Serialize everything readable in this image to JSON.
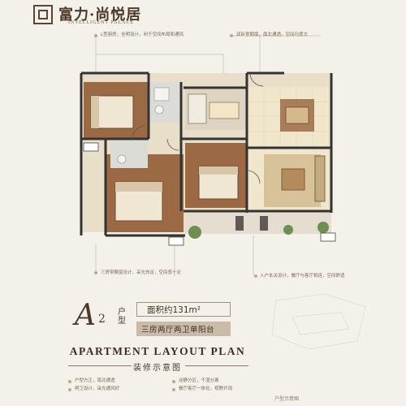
{
  "brand": {
    "name_zh": "富力·尚悦居",
    "name_en": "INTELLIGENT PALACE"
  },
  "unit": {
    "letter": "A",
    "number": "2",
    "huxing": "户型",
    "area": "面积约131m²",
    "layout": "三房两厅两卫单阳台"
  },
  "plan": {
    "title": "APARTMENT LAYOUT PLAN",
    "subtitle": "装修示意图"
  },
  "captions": {
    "top_left": "L型厨房，全明设计，利于空间布局和通风",
    "top_right": "双卧室朝南，南北通透，空间尺度大",
    "mid_left": "三房带飘窗设计，采光充足，空间感十足",
    "mid_right": "入户玄关设计，餐厅与客厅相连，空间舒适",
    "bottom_1": "户型方正，南北通透",
    "bottom_2": "动静分区，干湿分离",
    "bottom_3": "明卫设计，采光通风好",
    "bottom_4": "餐厅客厅一体化，视野开阔"
  },
  "footer_tag": "户型示意图"
}
